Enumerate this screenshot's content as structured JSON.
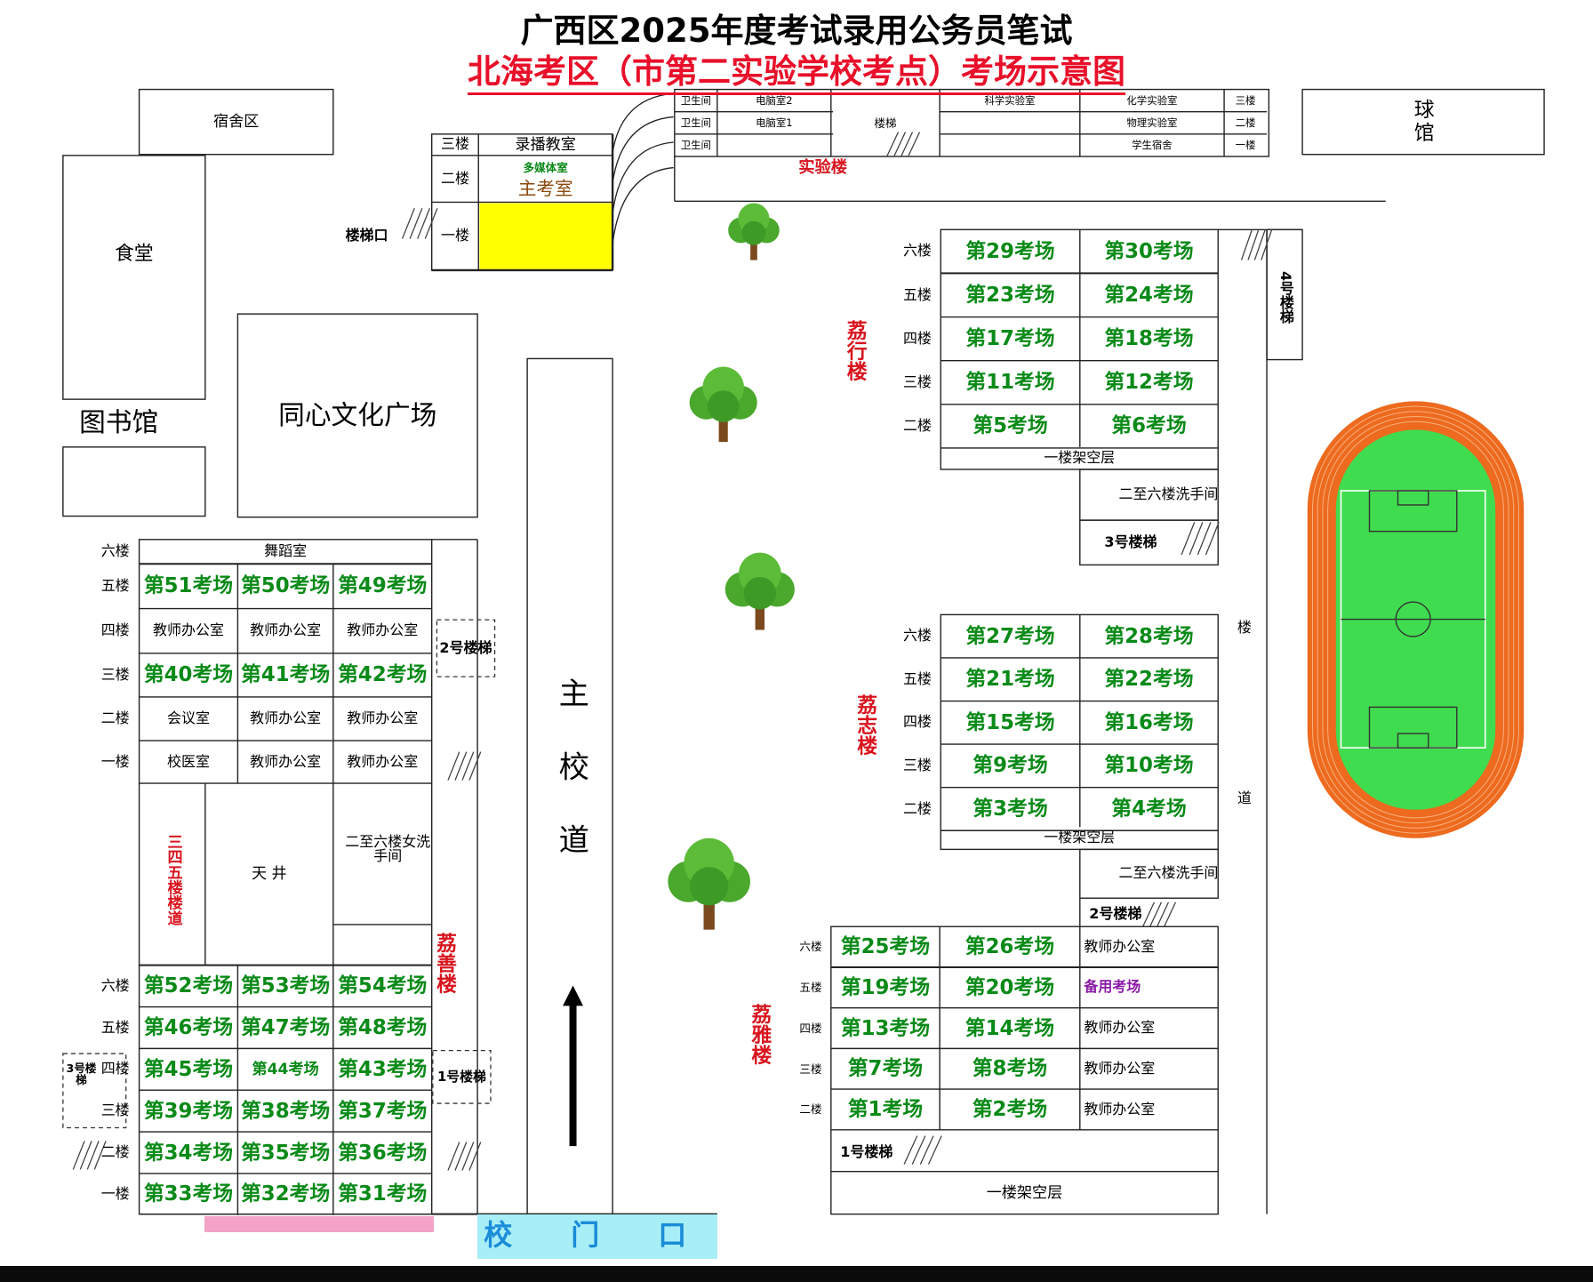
{
  "title_line1": "广西区2025年度考试录用公务员笔试",
  "title_line2": "北海考区（市第二实验学校考点）考场示意图",
  "colors": {
    "exam": "#0a8a18",
    "red_label": "#d8141e",
    "main_exam_room_fill": "#ffff00",
    "gate": "#a8eef7",
    "pink_strip": "#f4a3c6",
    "track": "#ed6a1e",
    "field": "#40dc4f"
  },
  "icons": {
    "tree": "tree-icon",
    "stairs": "stair-hatch-icon",
    "arrow": "arrow-up-icon",
    "track": "running-track-icon"
  },
  "places": {
    "dormitory": "宿舍区",
    "canteen": "食堂",
    "library": "图书馆",
    "plaza": "同心文化广场",
    "stadium": "球馆",
    "main_road": "主校道",
    "gate": "校 门 口",
    "lab_building": "实验楼",
    "stair_mouth": "楼梯口",
    "side_road": "楼道"
  },
  "center_block": {
    "floors": [
      "三楼",
      "二楼",
      "一楼"
    ],
    "broadcast_room": "录播教室",
    "media_room": "多媒体室",
    "main_exam_room": "主考室"
  },
  "lab_block": {
    "left_col": [
      "卫生间",
      "卫生间",
      "卫生间"
    ],
    "pc_rooms": [
      "电脑室2",
      "电脑室1"
    ],
    "stairs": "楼梯",
    "science_lab": "科学实验室",
    "chem_lab": "化学实验室",
    "phys_lab": "物理实验室",
    "dorm": "学生宿舍",
    "floors": [
      "三楼",
      "二楼",
      "一楼"
    ]
  },
  "lixing": {
    "name": "荔行楼",
    "floors": [
      "六楼",
      "五楼",
      "四楼",
      "三楼",
      "二楼"
    ],
    "rooms": [
      [
        "第29考场",
        "第30考场"
      ],
      [
        "第23考场",
        "第24考场"
      ],
      [
        "第17考场",
        "第18考场"
      ],
      [
        "第11考场",
        "第12考场"
      ],
      [
        "第5考场",
        "第6考场"
      ]
    ],
    "ground": "一楼架空层",
    "toilet": "二至六楼洗手间",
    "stair3": "3号楼梯",
    "stair4": "4号楼梯"
  },
  "lizhi": {
    "name": "荔志楼",
    "floors": [
      "六楼",
      "五楼",
      "四楼",
      "三楼",
      "二楼"
    ],
    "rooms": [
      [
        "第27考场",
        "第28考场"
      ],
      [
        "第21考场",
        "第22考场"
      ],
      [
        "第15考场",
        "第16考场"
      ],
      [
        "第9考场",
        "第10考场"
      ],
      [
        "第3考场",
        "第4考场"
      ]
    ],
    "ground": "一楼架空层",
    "toilet": "二至六楼洗手间",
    "stair2": "2号楼梯"
  },
  "liya": {
    "name": "荔雅楼",
    "floors": [
      "六楼",
      "五楼",
      "四楼",
      "三楼",
      "二楼"
    ],
    "rooms": [
      [
        "第25考场",
        "第26考场",
        "教师办公室"
      ],
      [
        "第19考场",
        "第20考场",
        "备用考场"
      ],
      [
        "第13考场",
        "第14考场",
        "教师办公室"
      ],
      [
        "第7考场",
        "第8考场",
        "教师办公室"
      ],
      [
        "第1考场",
        "第2考场",
        "教师办公室"
      ]
    ],
    "stair1": "1号楼梯",
    "ground": "一楼架空层"
  },
  "lishan": {
    "name": "荔善楼",
    "upper_floors": [
      "六楼",
      "五楼",
      "四楼",
      "三楼",
      "二楼",
      "一楼"
    ],
    "dance_room": "舞蹈室",
    "upper_rows": [
      [
        "第51考场",
        "第50考场",
        "第49考场"
      ],
      [
        "教师办公室",
        "教师办公室",
        "教师办公室"
      ],
      [
        "第40考场",
        "第41考场",
        "第42考场"
      ],
      [
        "会议室",
        "教师办公室",
        "教师办公室"
      ],
      [
        "校医室",
        "教师办公室",
        "教师办公室"
      ]
    ],
    "corridor": "三四五楼楼道",
    "courtyard": "天 井",
    "toilet": "二至六楼女洗手间",
    "lower_floors": [
      "六楼",
      "五楼",
      "四楼",
      "三楼",
      "二楼",
      "一楼"
    ],
    "lower_rows": [
      [
        "第52考场",
        "第53考场",
        "第54考场"
      ],
      [
        "第46考场",
        "第47考场",
        "第48考场"
      ],
      [
        "第45考场",
        "第44考场",
        "第43考场"
      ],
      [
        "第39考场",
        "第38考场",
        "第37考场"
      ],
      [
        "第34考场",
        "第35考场",
        "第36考场"
      ],
      [
        "第33考场",
        "第32考场",
        "第31考场"
      ]
    ],
    "stair2": "2号楼梯",
    "stair1": "1号楼梯",
    "stair3": "3号楼梯"
  }
}
